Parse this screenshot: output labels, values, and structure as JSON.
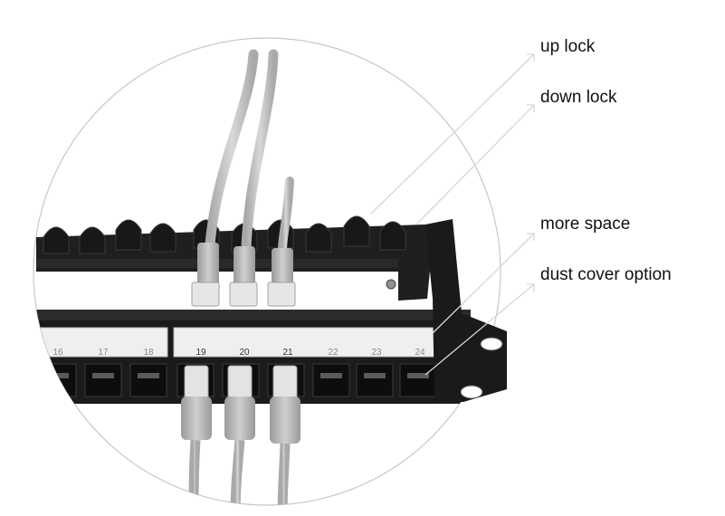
{
  "callouts": {
    "up_lock": "up lock",
    "down_lock": "down lock",
    "more_space": "more space",
    "dust_cover_option": "dust cover option"
  },
  "port_numbers": [
    "16",
    "17",
    "18",
    "19",
    "20",
    "21",
    "22",
    "23",
    "24"
  ],
  "colors": {
    "panel": "#1b1b1b",
    "label_strip": "#efefef",
    "cable": "#bdbdbd",
    "connector": "#c9c9c9",
    "leader_line": "#d6d6d6",
    "text": "#111111"
  }
}
